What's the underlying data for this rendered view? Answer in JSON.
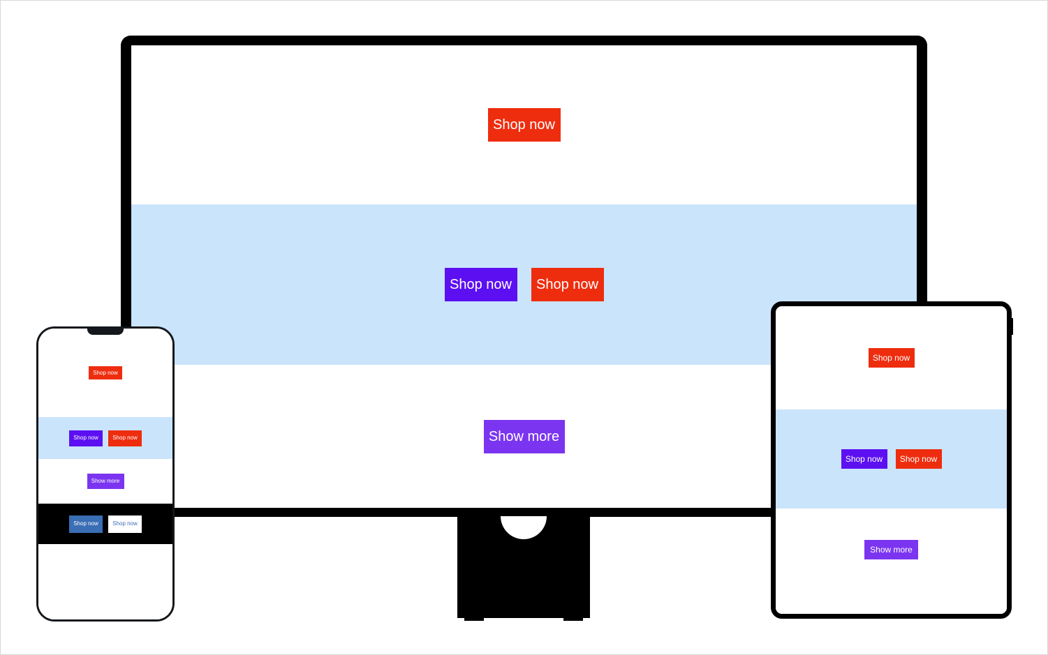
{
  "page": {
    "title": "Responsive Device Preview",
    "background_color": "#ffffff",
    "border_color": "#d8d8d8"
  },
  "palette": {
    "red": "#ee2d0f",
    "purple": "#5c10f2",
    "violet": "#7b35f0",
    "blue": "#3a6eb5",
    "white": "#ffffff",
    "light_blue_band": "#cae4fc",
    "black": "#000000"
  },
  "devices": {
    "desktop": {
      "name": "desktop-monitor",
      "frame_color": "#000000",
      "bands": [
        {
          "name": "band-white-top",
          "background": "#ffffff",
          "buttons": [
            {
              "label": "Shop now",
              "style": "red"
            }
          ]
        },
        {
          "name": "band-light-blue",
          "background": "#cae4fc",
          "buttons": [
            {
              "label": "Shop now",
              "style": "purple"
            },
            {
              "label": "Shop now",
              "style": "red"
            }
          ]
        },
        {
          "name": "band-white-bottom",
          "background": "#ffffff",
          "buttons": [
            {
              "label": "Show more",
              "style": "violet"
            }
          ]
        }
      ]
    },
    "phone": {
      "name": "mobile-phone",
      "frame_color": "#14181c",
      "bands": [
        {
          "name": "band-white-top",
          "background": "#ffffff",
          "buttons": [
            {
              "label": "Shop now",
              "style": "red"
            }
          ]
        },
        {
          "name": "band-light-blue",
          "background": "#cae4fc",
          "buttons": [
            {
              "label": "Shop now",
              "style": "purple"
            },
            {
              "label": "Shop now",
              "style": "red"
            }
          ]
        },
        {
          "name": "band-white-middle",
          "background": "#ffffff",
          "buttons": [
            {
              "label": "Show more",
              "style": "violet"
            }
          ]
        },
        {
          "name": "band-black",
          "background": "#000000",
          "buttons": [
            {
              "label": "Shop now",
              "style": "blue"
            },
            {
              "label": "Shop now",
              "style": "white"
            }
          ]
        },
        {
          "name": "band-white-bottom",
          "background": "#ffffff",
          "buttons": []
        }
      ]
    },
    "tablet": {
      "name": "tablet",
      "frame_color": "#000000",
      "bands": [
        {
          "name": "band-white-top",
          "background": "#ffffff",
          "buttons": [
            {
              "label": "Shop now",
              "style": "red"
            }
          ]
        },
        {
          "name": "band-light-blue",
          "background": "#cae4fc",
          "buttons": [
            {
              "label": "Shop now",
              "style": "purple"
            },
            {
              "label": "Shop now",
              "style": "red"
            }
          ]
        },
        {
          "name": "band-white-bottom",
          "background": "#ffffff",
          "buttons": [
            {
              "label": "Show more",
              "style": "violet"
            }
          ]
        }
      ]
    }
  }
}
